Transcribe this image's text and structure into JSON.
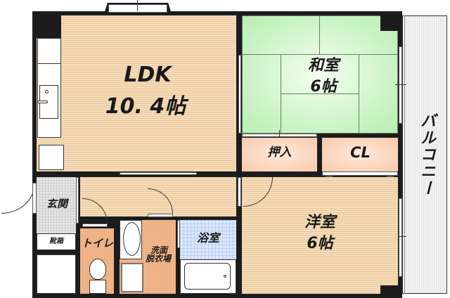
{
  "floorplan": {
    "rooms": {
      "ldk": {
        "name": "LDK",
        "size": "10. 4帖"
      },
      "washitsu": {
        "name": "和室",
        "size": "6帖"
      },
      "oshiire": {
        "name": "押入"
      },
      "closet": {
        "name": "CL"
      },
      "balcony": {
        "name": "バルコニー"
      },
      "genkan": {
        "name": "玄関"
      },
      "shoebox": {
        "name": "靴箱"
      },
      "toilet": {
        "name": "トイレ"
      },
      "washroom": {
        "name_line1": "洗面",
        "name_line2": "脱衣場"
      },
      "bath": {
        "name": "浴室"
      },
      "youshitsu": {
        "name": "洋室",
        "size": "6帖"
      }
    },
    "colors": {
      "wall": "#1c1c1c",
      "wood_floor": "#f6dcb8",
      "tatami": "#c6f2c0",
      "storage": "#f8c9aa",
      "bath_tile": "#dde9fb",
      "entrance_tile": "#e6e6e6",
      "washroom_floor": "#f2b88e",
      "balcony": "#f2f2f2"
    }
  }
}
